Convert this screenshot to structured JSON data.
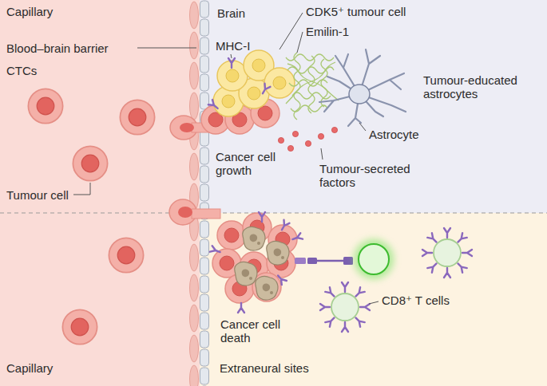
{
  "diagram": {
    "nodes": [
      {
        "text": [
          "Capillary"
        ]
      },
      {
        "text": [
          "Brain"
        ]
      },
      {
        "text": [
          "Capillary"
        ]
      },
      {
        "text": [
          "Extraneural sites"
        ]
      }
    ],
    "labels": [
      "Blood–brain barrier",
      "CTCs",
      "Tumour cell",
      "MHC-I",
      "CDK5⁺ tumour cell",
      "Emilin-1",
      "Tumour-educated astrocytes",
      "Astrocyte",
      "Cancer cell growth",
      "Tumour-secreted factors",
      "Cancer cell death",
      "CD8⁺ T cells"
    ]
  }
}
